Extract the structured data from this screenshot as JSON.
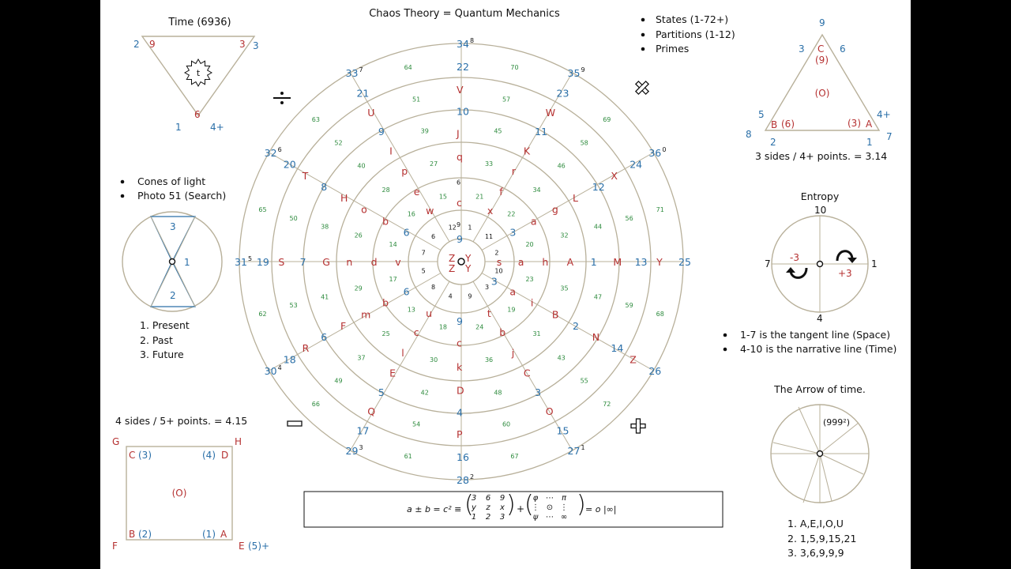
{
  "title": "Chaos Theory = Quantum Mechanics",
  "colors": {
    "blue": "#2a6fa8",
    "red": "#b53030",
    "green": "#2e8b3e",
    "black": "#111111",
    "circle": "#b8b09a",
    "page": "#ffffff"
  },
  "bullets_top": [
    "States (1-72+)",
    "Partitions (1-12)",
    "Primes"
  ],
  "bullets_light": [
    "Cones of light",
    "Photo 51 (Search)"
  ],
  "time_list": [
    "1.  Present",
    "2.  Past",
    "3.  Future"
  ],
  "tangent_notes": [
    "1-7 is the tangent line (Space)",
    "4-10 is the narrative line (Time)"
  ],
  "arrow_list": [
    "1.  A,E,I,O,U",
    "2.  1,5,9,15,21",
    "3.  3,6,9,9,9"
  ],
  "triangle_down": {
    "title": "Time (6936)",
    "tl_blue": "2",
    "tl_red": "9",
    "tr_red": "3",
    "tr_blue": "3",
    "center": "t",
    "bottom_red": "6",
    "bl_blue": "1",
    "br_blue": "4+"
  },
  "triangle_up": {
    "top_blue": "9",
    "top_red": "C",
    "top_inner": "(9)",
    "left_blue": "3",
    "right_blue": "6",
    "center": "(O)",
    "b_red": "B",
    "b_inner": "(6)",
    "a_inner": "(3)",
    "a_red": "A",
    "l5": "5",
    "r4": "4+",
    "l8": "8",
    "b2": "2",
    "b1": "1",
    "r7": "7",
    "caption": "3 sides / 4+ points. = 3.14"
  },
  "hourglass": {
    "top": "3",
    "right": "1",
    "bottom": "2"
  },
  "entropy": {
    "title": "Entropy",
    "top": "10",
    "bottom": "4",
    "left": "7",
    "right": "1",
    "minus": "-3",
    "plus": "+3"
  },
  "square": {
    "caption": "4 sides / 5+ points. = 4.15",
    "G": "G",
    "H": "H",
    "C": "C",
    "c3": "(3)",
    "d4": "(4)",
    "D": "D",
    "center": "(O)",
    "B": "B",
    "b2": "(2)",
    "a1": "(1)",
    "A": "A",
    "F": "F",
    "E": "E",
    "e5": "(5)+"
  },
  "arrow_of_time": {
    "title": "The Arrow of time.",
    "label": "(999²)"
  },
  "equation": {
    "left": "a ± b = c² ≡",
    "m1": [
      [
        "3",
        "6",
        "9"
      ],
      [
        "y",
        "z",
        "x"
      ],
      [
        "1",
        "2",
        "3"
      ]
    ],
    "plus": "+",
    "m2": [
      [
        "φ",
        "⋯",
        "π"
      ],
      [
        "⋮",
        "⊙",
        "⋮"
      ],
      [
        "ψ",
        "⋯",
        "∞"
      ]
    ],
    "right": "= o |∞|"
  },
  "main_labels": [
    {
      "t": "34",
      "c": "blue",
      "s": "8"
    },
    {
      "t": "22",
      "c": "blue"
    },
    {
      "t": "V",
      "c": "red"
    },
    {
      "t": "10",
      "c": "blue"
    },
    {
      "t": "J",
      "c": "red"
    },
    {
      "t": "q",
      "c": "red"
    },
    {
      "t": "6",
      "c": "black"
    },
    {
      "t": "c",
      "c": "red"
    },
    {
      "t": "9",
      "c": "black"
    },
    {
      "t": "9",
      "c": "blue"
    },
    {
      "t": "35",
      "c": "blue",
      "s": "9"
    },
    {
      "t": "23",
      "c": "blue"
    },
    {
      "t": "W",
      "c": "red"
    },
    {
      "t": "11",
      "c": "blue"
    },
    {
      "t": "K",
      "c": "red"
    },
    {
      "t": "r",
      "c": "red"
    },
    {
      "t": "f",
      "c": "red"
    },
    {
      "t": "x",
      "c": "red"
    },
    {
      "t": "36",
      "c": "blue",
      "s": "0"
    },
    {
      "t": "24",
      "c": "blue"
    },
    {
      "t": "X",
      "c": "red"
    },
    {
      "t": "12",
      "c": "blue"
    },
    {
      "t": "L",
      "c": "red"
    },
    {
      "t": "g",
      "c": "red"
    },
    {
      "t": "a",
      "c": "red"
    },
    {
      "t": "3",
      "c": "blue"
    },
    {
      "t": "25",
      "c": "blue"
    },
    {
      "t": "Y",
      "c": "red"
    },
    {
      "t": "13",
      "c": "blue"
    },
    {
      "t": "M",
      "c": "red"
    },
    {
      "t": "1",
      "c": "blue"
    },
    {
      "t": "A",
      "c": "red"
    },
    {
      "t": "h",
      "c": "red"
    },
    {
      "t": "a",
      "c": "red"
    },
    {
      "t": "s",
      "c": "red"
    },
    {
      "t": "26",
      "c": "blue"
    },
    {
      "t": "Z",
      "c": "red"
    },
    {
      "t": "14",
      "c": "blue"
    },
    {
      "t": "N",
      "c": "red"
    },
    {
      "t": "2",
      "c": "blue"
    },
    {
      "t": "B",
      "c": "red"
    },
    {
      "t": "i",
      "c": "red"
    },
    {
      "t": "a",
      "c": "red"
    },
    {
      "t": "3",
      "c": "blue"
    },
    {
      "t": "27",
      "c": "blue",
      "s": "1"
    },
    {
      "t": "15",
      "c": "blue"
    },
    {
      "t": "O",
      "c": "red"
    },
    {
      "t": "3",
      "c": "blue"
    },
    {
      "t": "C",
      "c": "red"
    },
    {
      "t": "j",
      "c": "red"
    },
    {
      "t": "b",
      "c": "red"
    },
    {
      "t": "t",
      "c": "red"
    },
    {
      "t": "28",
      "c": "blue",
      "s": "2"
    },
    {
      "t": "16",
      "c": "blue"
    },
    {
      "t": "P",
      "c": "red"
    },
    {
      "t": "4",
      "c": "blue"
    },
    {
      "t": "D",
      "c": "red"
    },
    {
      "t": "k",
      "c": "red"
    },
    {
      "t": "c",
      "c": "red"
    },
    {
      "t": "9",
      "c": "blue"
    },
    {
      "t": "29",
      "c": "blue",
      "s": "3"
    },
    {
      "t": "17",
      "c": "blue"
    },
    {
      "t": "Q",
      "c": "red"
    },
    {
      "t": "5",
      "c": "blue"
    },
    {
      "t": "E",
      "c": "red"
    },
    {
      "t": "l",
      "c": "red"
    },
    {
      "t": "c",
      "c": "red"
    },
    {
      "t": "u",
      "c": "red"
    },
    {
      "t": "30",
      "c": "blue",
      "s": "4"
    },
    {
      "t": "18",
      "c": "blue"
    },
    {
      "t": "R",
      "c": "red"
    },
    {
      "t": "6",
      "c": "blue"
    },
    {
      "t": "F",
      "c": "red"
    },
    {
      "t": "m",
      "c": "red"
    },
    {
      "t": "b",
      "c": "red"
    },
    {
      "t": "6",
      "c": "blue"
    },
    {
      "t": "31",
      "c": "blue",
      "s": "5"
    },
    {
      "t": "19",
      "c": "blue"
    },
    {
      "t": "S",
      "c": "red"
    },
    {
      "t": "7",
      "c": "blue"
    },
    {
      "t": "G",
      "c": "red"
    },
    {
      "t": "n",
      "c": "red"
    },
    {
      "t": "d",
      "c": "red"
    },
    {
      "t": "v",
      "c": "red"
    },
    {
      "t": "32",
      "c": "blue",
      "s": "6"
    },
    {
      "t": "20",
      "c": "blue"
    },
    {
      "t": "T",
      "c": "red"
    },
    {
      "t": "8",
      "c": "blue"
    },
    {
      "t": "H",
      "c": "red"
    },
    {
      "t": "o",
      "c": "red"
    },
    {
      "t": "b",
      "c": "red"
    },
    {
      "t": "6",
      "c": "blue"
    },
    {
      "t": "33",
      "c": "blue",
      "s": "7"
    },
    {
      "t": "21",
      "c": "blue"
    },
    {
      "t": "U",
      "c": "red"
    },
    {
      "t": "9",
      "c": "blue"
    },
    {
      "t": "I",
      "c": "red"
    },
    {
      "t": "p",
      "c": "red"
    },
    {
      "t": "e",
      "c": "red"
    },
    {
      "t": "w",
      "c": "red"
    }
  ],
  "green_numbers": [
    "70",
    "69",
    "71",
    "68",
    "72",
    "67",
    "61",
    "66",
    "62",
    "65",
    "63",
    "64",
    "57",
    "58",
    "56",
    "59",
    "55",
    "60",
    "54",
    "49",
    "53",
    "50",
    "52",
    "51",
    "45",
    "46",
    "44",
    "47",
    "43",
    "48",
    "42",
    "37",
    "41",
    "38",
    "40",
    "39",
    "33",
    "34",
    "32",
    "35",
    "31",
    "36",
    "30",
    "25",
    "29",
    "26",
    "28",
    "27",
    "21",
    "22",
    "20",
    "23",
    "19",
    "24",
    "18",
    "13",
    "17",
    "14",
    "16",
    "15"
  ],
  "inner_numbers": [
    "12",
    "1",
    "11",
    "2",
    "10",
    "3",
    "9",
    "4",
    "8",
    "5",
    "7",
    "6"
  ],
  "center_letters": [
    "Z",
    "Y",
    "Z",
    "Y"
  ]
}
